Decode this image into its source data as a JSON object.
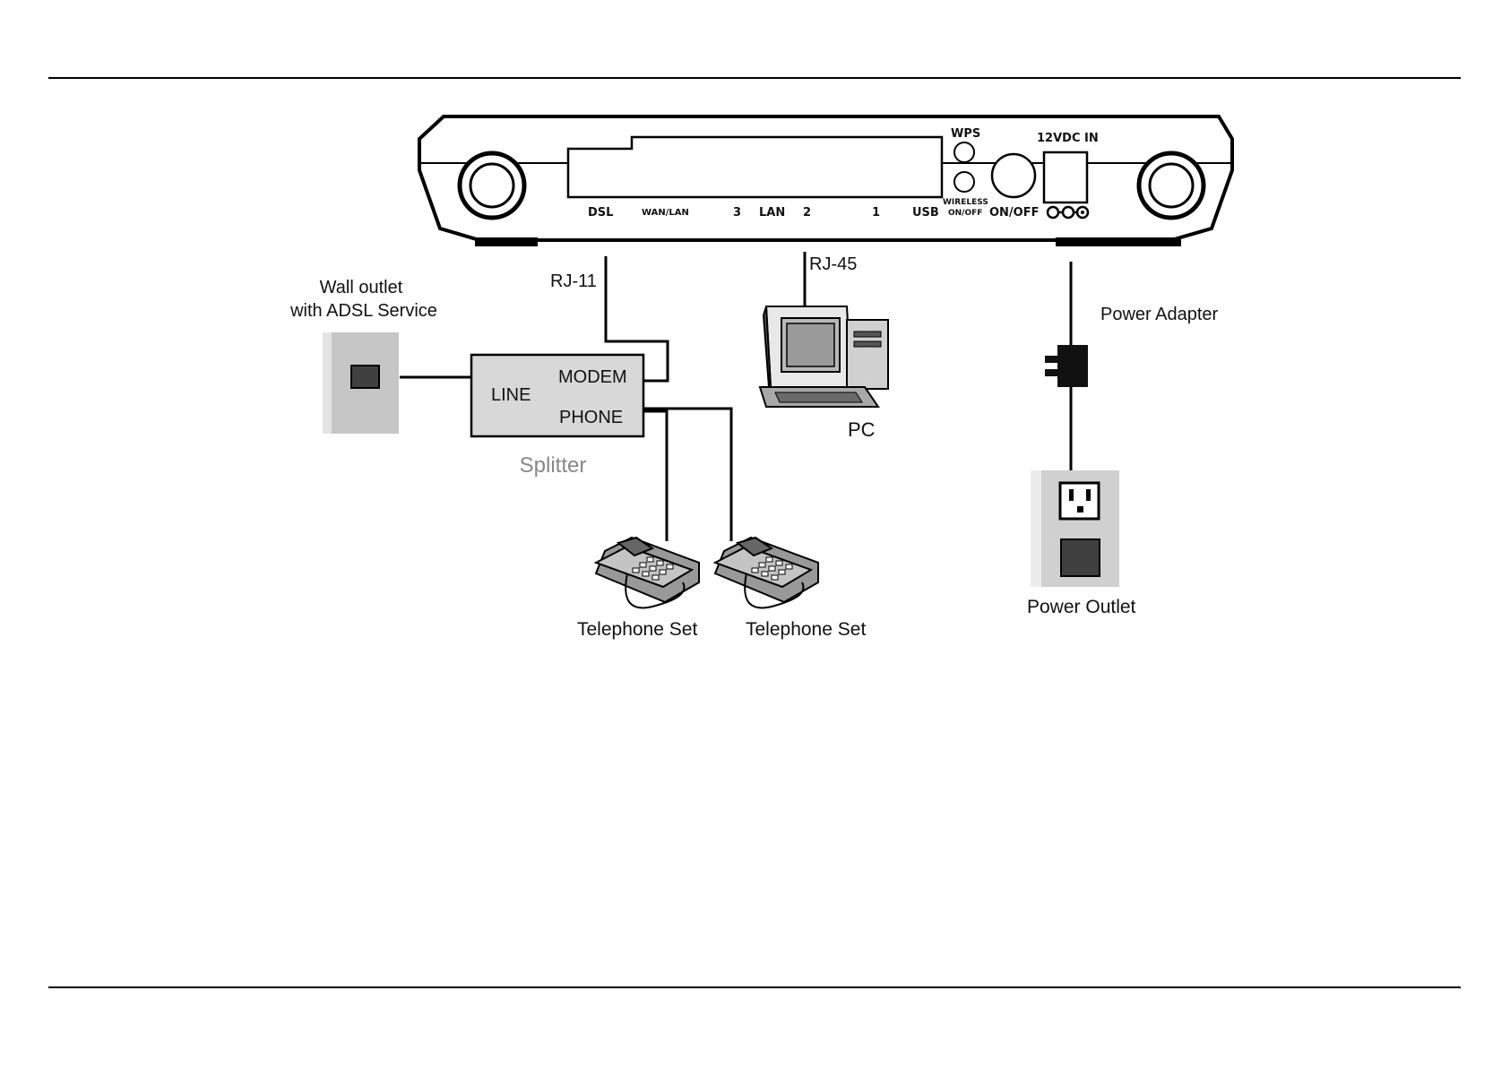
{
  "router_ports": {
    "dsl": "DSL",
    "wan_lan": "WAN/LAN",
    "lan3": "3",
    "lan": "LAN",
    "lan2": "2",
    "lan1": "1",
    "usb": "USB",
    "wps": "WPS",
    "wireless": "WIRELESS",
    "wireless_onoff": "ON/OFF",
    "power_onoff": "ON/OFF",
    "dc_in": "12VDC IN"
  },
  "cables": {
    "rj11": "RJ-11",
    "rj45": "RJ-45"
  },
  "wall_outlet": {
    "line1": "Wall outlet",
    "line2": "with ADSL Service"
  },
  "splitter": {
    "label": "Splitter",
    "line": "LINE",
    "modem": "MODEM",
    "phone": "PHONE"
  },
  "pc": {
    "label": "PC"
  },
  "power_adapter": {
    "label": "Power Adapter"
  },
  "power_outlet": {
    "label": "Power Outlet"
  },
  "telephones": [
    {
      "label": "Telephone Set"
    },
    {
      "label": "Telephone Set"
    }
  ]
}
